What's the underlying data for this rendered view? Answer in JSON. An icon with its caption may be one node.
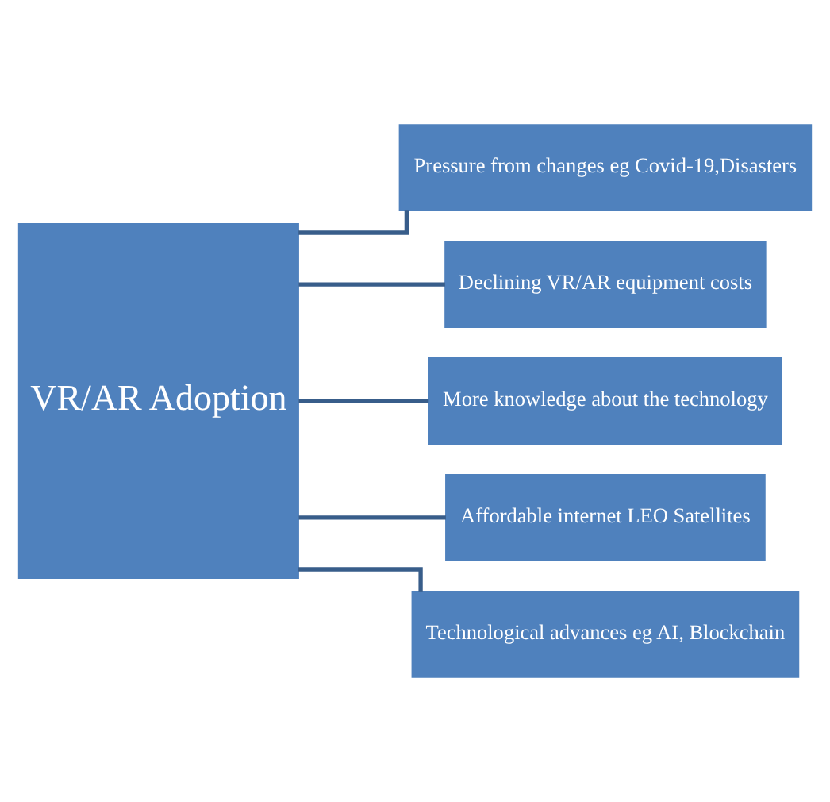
{
  "diagram": {
    "nodes": [
      {
        "text": [
          "VR/AR Adoption"
        ]
      },
      {
        "text": [
          "Pressure from changes eg Covid-19,Disasters"
        ]
      },
      {
        "text": [
          "Declining VR/AR equipment costs"
        ]
      },
      {
        "text": [
          "More knowledge about the technology"
        ]
      },
      {
        "text": [
          "Affordable internet LEO Satellites"
        ]
      },
      {
        "text": [
          "Technological advances eg AI, Blockchain"
        ]
      }
    ],
    "edges": [
      {
        "from": 0,
        "to": 1,
        "arrow": "none"
      },
      {
        "from": 0,
        "to": 2,
        "arrow": "none"
      },
      {
        "from": 0,
        "to": 3,
        "arrow": "none"
      },
      {
        "from": 0,
        "to": 4,
        "arrow": "none"
      },
      {
        "from": 0,
        "to": 5,
        "arrow": "none"
      }
    ]
  }
}
